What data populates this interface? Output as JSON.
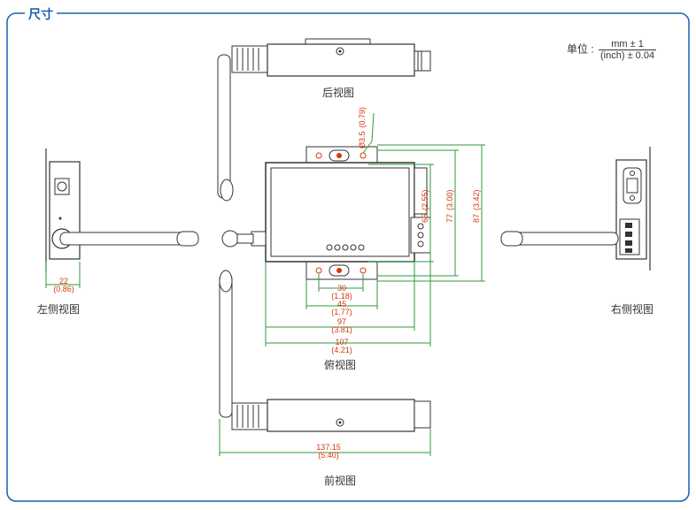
{
  "section_title": "尺寸",
  "unit": {
    "label": "单位 :",
    "numerator": "mm ± 1",
    "denominator": "(inch) ± 0.04"
  },
  "views": {
    "rear": "后视图",
    "left": "左侧视图",
    "right": "右侧视图",
    "top": "俯视图",
    "front": "前视图"
  },
  "dimensions": {
    "hole": {
      "mm": "Ø3.5",
      "inch": "(0.79)"
    },
    "w22": {
      "mm": "22",
      "inch": "(0.86)"
    },
    "w30": {
      "mm": "30",
      "inch": "(1.18)"
    },
    "w45": {
      "mm": "45",
      "inch": "(1.77)"
    },
    "w97": {
      "mm": "97",
      "inch": "(3.81)"
    },
    "w107": {
      "mm": "107",
      "inch": "(4.21)"
    },
    "h65": {
      "mm": "65",
      "inch": "(2.55)"
    },
    "h77": {
      "mm": "77",
      "inch": "(3.00)"
    },
    "h87": {
      "mm": "87",
      "inch": "(3.42)"
    },
    "w137": {
      "mm": "137.15",
      "inch": "(5.40)"
    }
  },
  "colors": {
    "frame": "#1a5fb4",
    "dimension_line": "#2e9a3e",
    "dimension_text": "#d4380d",
    "body": "#333333"
  }
}
